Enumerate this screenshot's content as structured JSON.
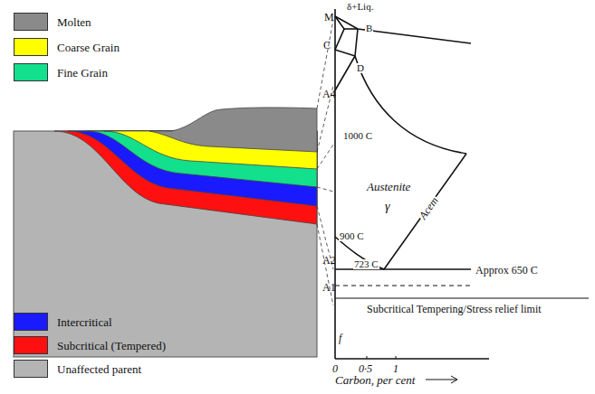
{
  "diagram": {
    "labels": [
      "M",
      "δ+Liq.",
      "B",
      "C",
      "D",
      "A4",
      "1000 C",
      "Austenite",
      "γ",
      "Acem",
      "900 C",
      "A2",
      "723 C",
      "A1",
      "Approx 650 C",
      "Subcritical Tempering/Stress relief limit",
      "f",
      "0",
      "0·5",
      "1",
      "Carbon, per cent"
    ],
    "legend": [
      {
        "text": "Molten",
        "color": "#8a8a8a"
      },
      {
        "text": "Coarse Grain",
        "color": "#ffff00"
      },
      {
        "text": "Fine Grain",
        "color": "#12e08c"
      },
      {
        "text": "Intercritical",
        "color": "#1a1aff"
      },
      {
        "text": "Subcritical (Tempered)",
        "color": "#ff1010"
      },
      {
        "text": "Unaffected parent",
        "color": "#b4b4b4"
      }
    ]
  }
}
